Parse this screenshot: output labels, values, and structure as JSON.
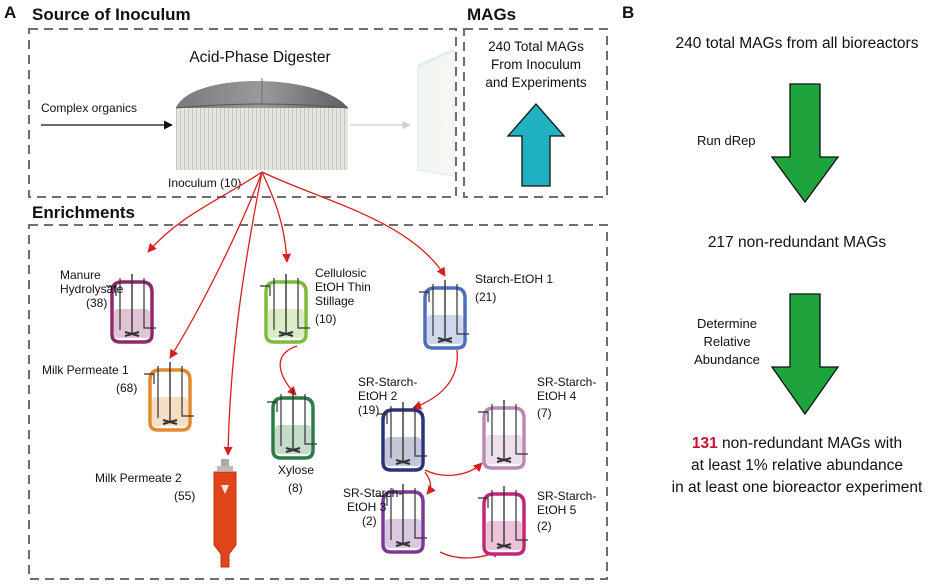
{
  "panel_a": "A",
  "panel_b": "B",
  "sections": {
    "source": "Source of Inoculum",
    "mags": "MAGs",
    "enrichments": "Enrichments"
  },
  "digester": {
    "title": "Acid-Phase Digester",
    "input": "Complex organics",
    "inoculum": "Inoculum (10)"
  },
  "mags_box": [
    "240 Total MAGs",
    "From Inoculum",
    "and Experiments"
  ],
  "reactors": {
    "manure": [
      "Manure",
      "Hydrolysate",
      "(38)"
    ],
    "cellulosic": [
      "Cellulosic",
      "EtOH Thin",
      "Stillage",
      "(10)"
    ],
    "starch1": [
      "Starch-EtOH 1",
      "(21)"
    ],
    "milk1": [
      "Milk Permeate 1",
      "(68)"
    ],
    "xylose": [
      "Xylose",
      "(8)"
    ],
    "milk2": [
      "Milk Permeate 2",
      "(55)"
    ],
    "sr2": [
      "SR-Starch-",
      "EtOH 2",
      "(19)"
    ],
    "sr3": [
      "SR-Starch-",
      "EtOH 3",
      "(2)"
    ],
    "sr4": [
      "SR-Starch-",
      "EtOH 4",
      "(7)"
    ],
    "sr5": [
      "SR-Starch-",
      "EtOH 5",
      "(2)"
    ]
  },
  "colors": {
    "manure": "#8e2a6a",
    "cellulosic": "#7cbb3e",
    "starch1": "#4f6fb8",
    "milk1": "#e08a2f",
    "xylose": "#2c7a45",
    "milk2": "#e0451c",
    "sr2": "#2c3278",
    "sr3": "#7a3a96",
    "sr4": "#b98ab8",
    "sr5": "#c0267a",
    "flow_arrow": "#d62020",
    "mags_arrow": "#1fb1c1",
    "pipeline_arrow": "#1ea43c",
    "highlight": "#c8102e"
  },
  "pipeline": {
    "step1": "240 total MAGs from all bioreactors",
    "action1": "Run dRep",
    "step2": "217 non-redundant MAGs",
    "action2": [
      "Determine",
      "Relative",
      "Abundance"
    ],
    "step3_number": "131",
    "step3_line1": " non-redundant MAGs with",
    "step3_line2": "at least 1% relative abundance",
    "step3_line3": "in at least one bioreactor experiment"
  }
}
